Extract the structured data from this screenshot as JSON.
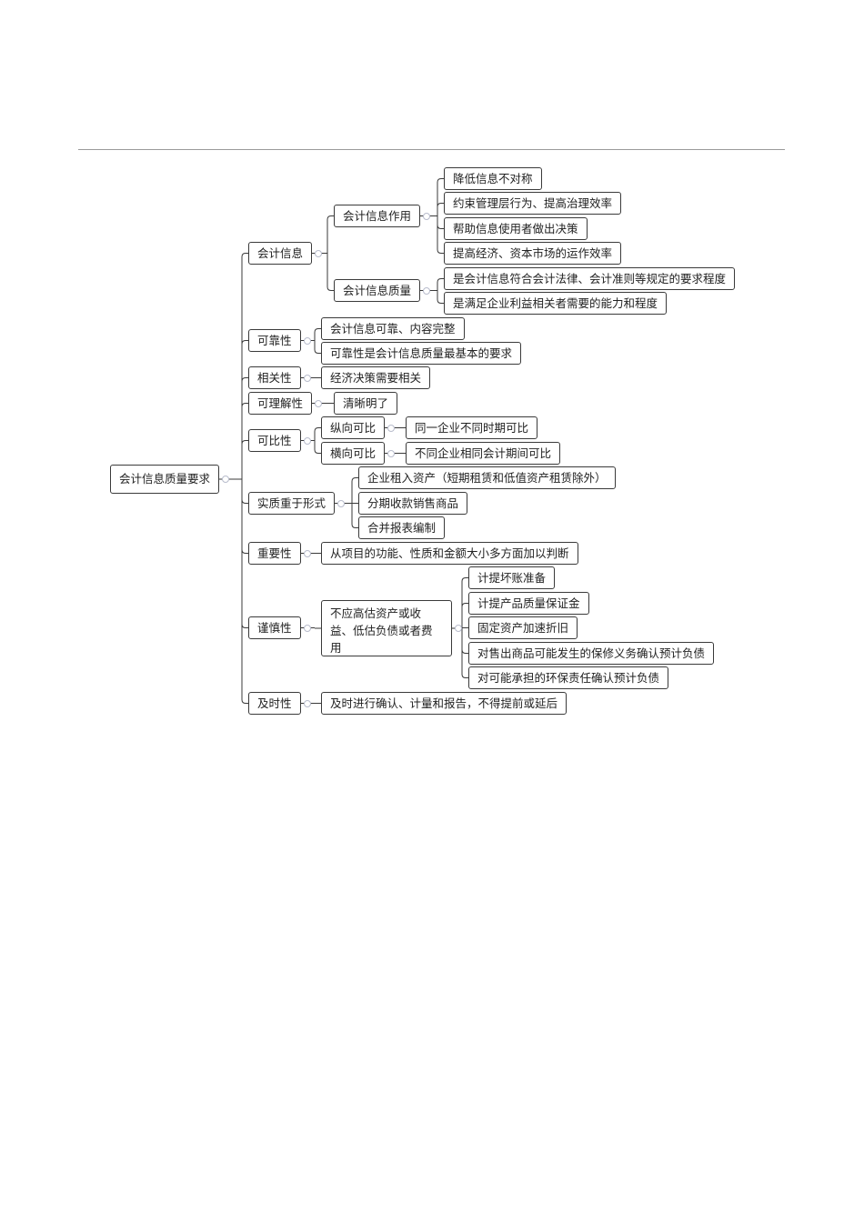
{
  "root": "会计信息质量要求",
  "nodes": {
    "kjxx": "会计信息",
    "kjxx_zy": "会计信息作用",
    "zy1": "降低信息不对称",
    "zy2": "约束管理层行为、提高治理效率",
    "zy3": "帮助信息使用者做出决策",
    "zy4": "提高经济、资本市场的运作效率",
    "kjxx_zl": "会计信息质量",
    "zl1": "是会计信息符合会计法律、会计准则等规定的要求程度",
    "zl2": "是满足企业利益相关者需要的能力和程度",
    "kkx": "可靠性",
    "kkx1": "会计信息可靠、内容完整",
    "kkx2": "可靠性是会计信息质量最基本的要求",
    "xgx": "相关性",
    "xgx1": "经济决策需要相关",
    "klj": "可理解性",
    "klj1": "清晰明了",
    "kbx": "可比性",
    "zx": "纵向可比",
    "zx1": "同一企业不同时期可比",
    "hx": "横向可比",
    "hx1": "不同企业相同会计期间可比",
    "szz": "实质重于形式",
    "szz1": "企业租入资产（短期租赁和低值资产租赁除外）",
    "szz2": "分期收款销售商品",
    "szz3": "合并报表编制",
    "zyx": "重要性",
    "zyx1": "从项目的功能、性质和金额大小多方面加以判断",
    "jsx": "谨慎性",
    "jsx1": "不应高估资产或收益、低估负债或者费用",
    "js1": "计提坏账准备",
    "js2": "计提产品质量保证金",
    "js3": "固定资产加速折旧",
    "js4": "对售出商品可能发生的保修义务确认预计负债",
    "js5": "对可能承担的环保责任确认预计负债",
    "jis": "及时性",
    "jis1": "及时进行确认、计量和报告，不得提前或延后"
  },
  "colors": {
    "border": "#3a3a3a",
    "line": "#3a3a3a",
    "toggle": "#b8bccc",
    "rule": "#9a9a9a"
  }
}
